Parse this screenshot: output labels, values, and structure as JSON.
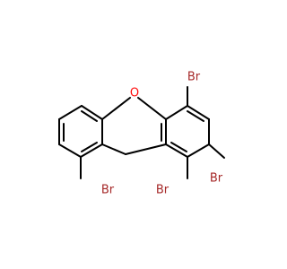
{
  "molecule": {
    "colors": {
      "bond": "#000000",
      "oxygen": "#ff0d0d",
      "bromine": "#a62929",
      "background": "#ffffff"
    },
    "atoms": {
      "o": "O",
      "br_top_right": "Br",
      "br_right": "Br",
      "br_bottom_center": "Br",
      "br_bottom_left": "Br"
    }
  }
}
